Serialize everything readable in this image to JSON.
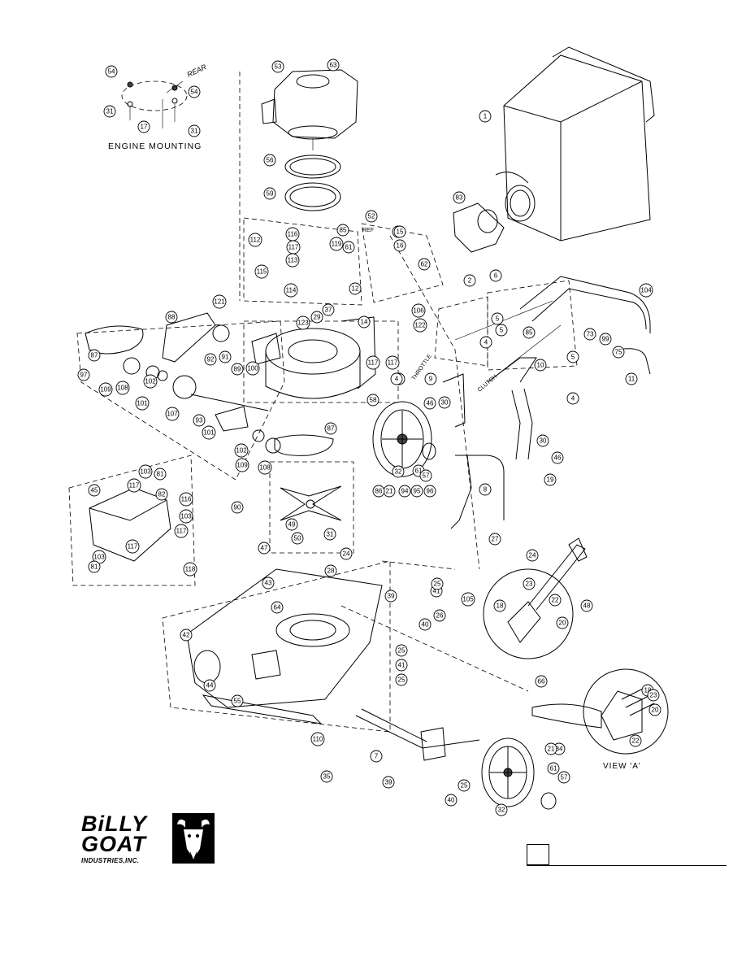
{
  "diagram": {
    "labels": {
      "engine_mounting": "ENGINE MOUNTING",
      "rear": "REAR",
      "ref": "REF",
      "throttle": "THROTTLE",
      "clutch": "CLUTCH",
      "view_a": "VIEW 'A'"
    },
    "callouts": [
      "1",
      "2",
      "4",
      "5",
      "6",
      "7",
      "9",
      "10",
      "11",
      "12",
      "14",
      "15",
      "16",
      "17",
      "18",
      "19",
      "20",
      "21",
      "22",
      "23",
      "24",
      "25",
      "26",
      "27",
      "28",
      "29",
      "30",
      "31",
      "32",
      "34",
      "35",
      "37",
      "39",
      "40",
      "41",
      "42",
      "43",
      "44",
      "45",
      "46",
      "47",
      "48",
      "49",
      "50",
      "52",
      "53",
      "54",
      "55",
      "56",
      "57",
      "58",
      "59",
      "61",
      "62",
      "63",
      "64",
      "66",
      "73",
      "75",
      "81",
      "82",
      "83",
      "85",
      "86",
      "87",
      "88",
      "89",
      "90",
      "91",
      "92",
      "93",
      "94",
      "95",
      "96",
      "97",
      "99",
      "100",
      "101",
      "102",
      "103",
      "104",
      "105",
      "106",
      "107",
      "108",
      "109",
      "110",
      "112",
      "113",
      "114",
      "115",
      "116",
      "117",
      "118",
      "119",
      "121",
      "122",
      "123"
    ]
  },
  "brand": {
    "line1": "BiLLY",
    "line2": "GOAT",
    "line3": "INDUSTRIES,INC."
  }
}
